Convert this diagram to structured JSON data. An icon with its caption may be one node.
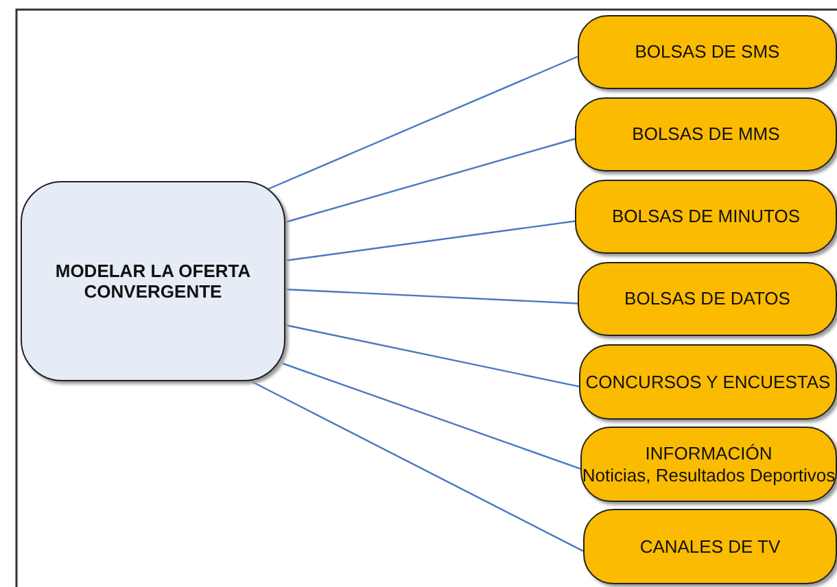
{
  "diagram": {
    "nodes": [
      {
        "text": [
          "MODELAR LA OFERTA CONVERGENTE"
        ]
      },
      {
        "text": [
          "BOLSAS DE SMS"
        ]
      },
      {
        "text": [
          "BOLSAS DE MMS"
        ]
      },
      {
        "text": [
          "BOLSAS DE MINUTOS"
        ]
      },
      {
        "text": [
          "BOLSAS DE DATOS"
        ]
      },
      {
        "text": [
          "CONCURSOS Y ENCUESTAS"
        ]
      },
      {
        "text": [
          "INFORMACIÓN",
          "Noticias, Resultados Deportivos"
        ]
      },
      {
        "text": [
          "CANALES DE TV"
        ]
      }
    ],
    "edges": [
      {
        "from": 0,
        "to": 1,
        "arrow": "none"
      },
      {
        "from": 0,
        "to": 2,
        "arrow": "none"
      },
      {
        "from": 0,
        "to": 3,
        "arrow": "none"
      },
      {
        "from": 0,
        "to": 4,
        "arrow": "none"
      },
      {
        "from": 0,
        "to": 5,
        "arrow": "none"
      },
      {
        "from": 0,
        "to": 6,
        "arrow": "none"
      },
      {
        "from": 0,
        "to": 7,
        "arrow": "none"
      }
    ]
  }
}
